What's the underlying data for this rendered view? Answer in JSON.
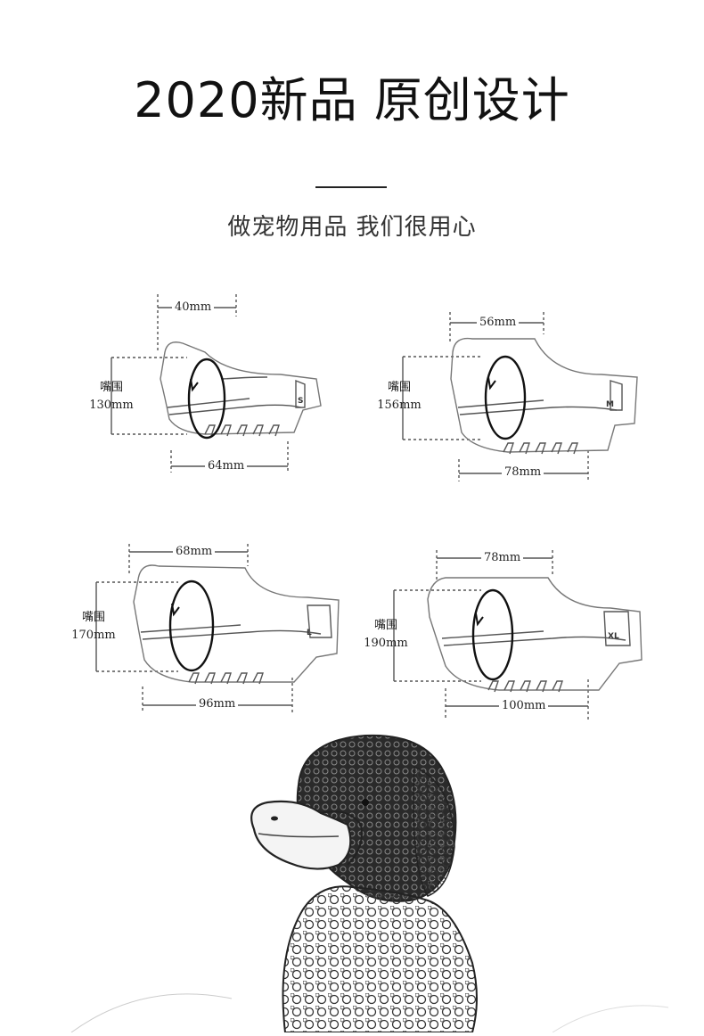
{
  "header": {
    "title": "2020新品 原创设计",
    "tagline": "做宠物用品 我们很用心"
  },
  "circumference_label": "嘴围",
  "sizes": [
    {
      "size": "S",
      "top_width": "40mm",
      "bottom_length": "64mm",
      "circumference": "130mm"
    },
    {
      "size": "M",
      "top_width": "56mm",
      "bottom_length": "78mm",
      "circumference": "156mm"
    },
    {
      "size": "L",
      "top_width": "68mm",
      "bottom_length": "96mm",
      "circumference": "170mm"
    },
    {
      "size": "XL",
      "top_width": "78mm",
      "bottom_length": "100mm",
      "circumference": "190mm"
    }
  ],
  "illustration": {
    "icon": "poodle-wearing-duck-muzzle-sketch"
  }
}
